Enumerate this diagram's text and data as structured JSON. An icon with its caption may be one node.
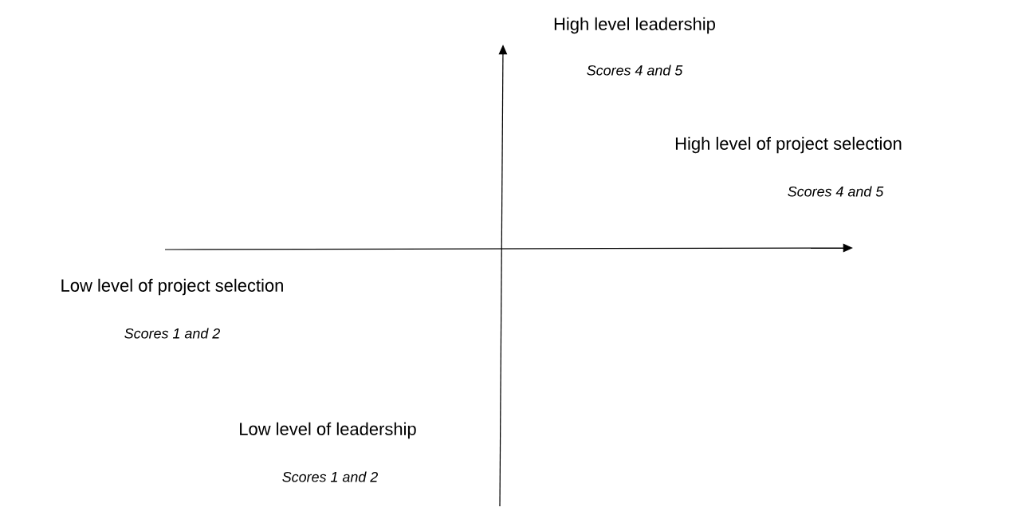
{
  "diagram": {
    "labels": [
      "High level leadership",
      "Scores 4 and 5",
      "High level of project selection",
      "Scores 4 and 5",
      "Low level of project selection",
      "Scores 1 and 2",
      "Low level of leadership",
      "Scores 1 and 2"
    ]
  }
}
